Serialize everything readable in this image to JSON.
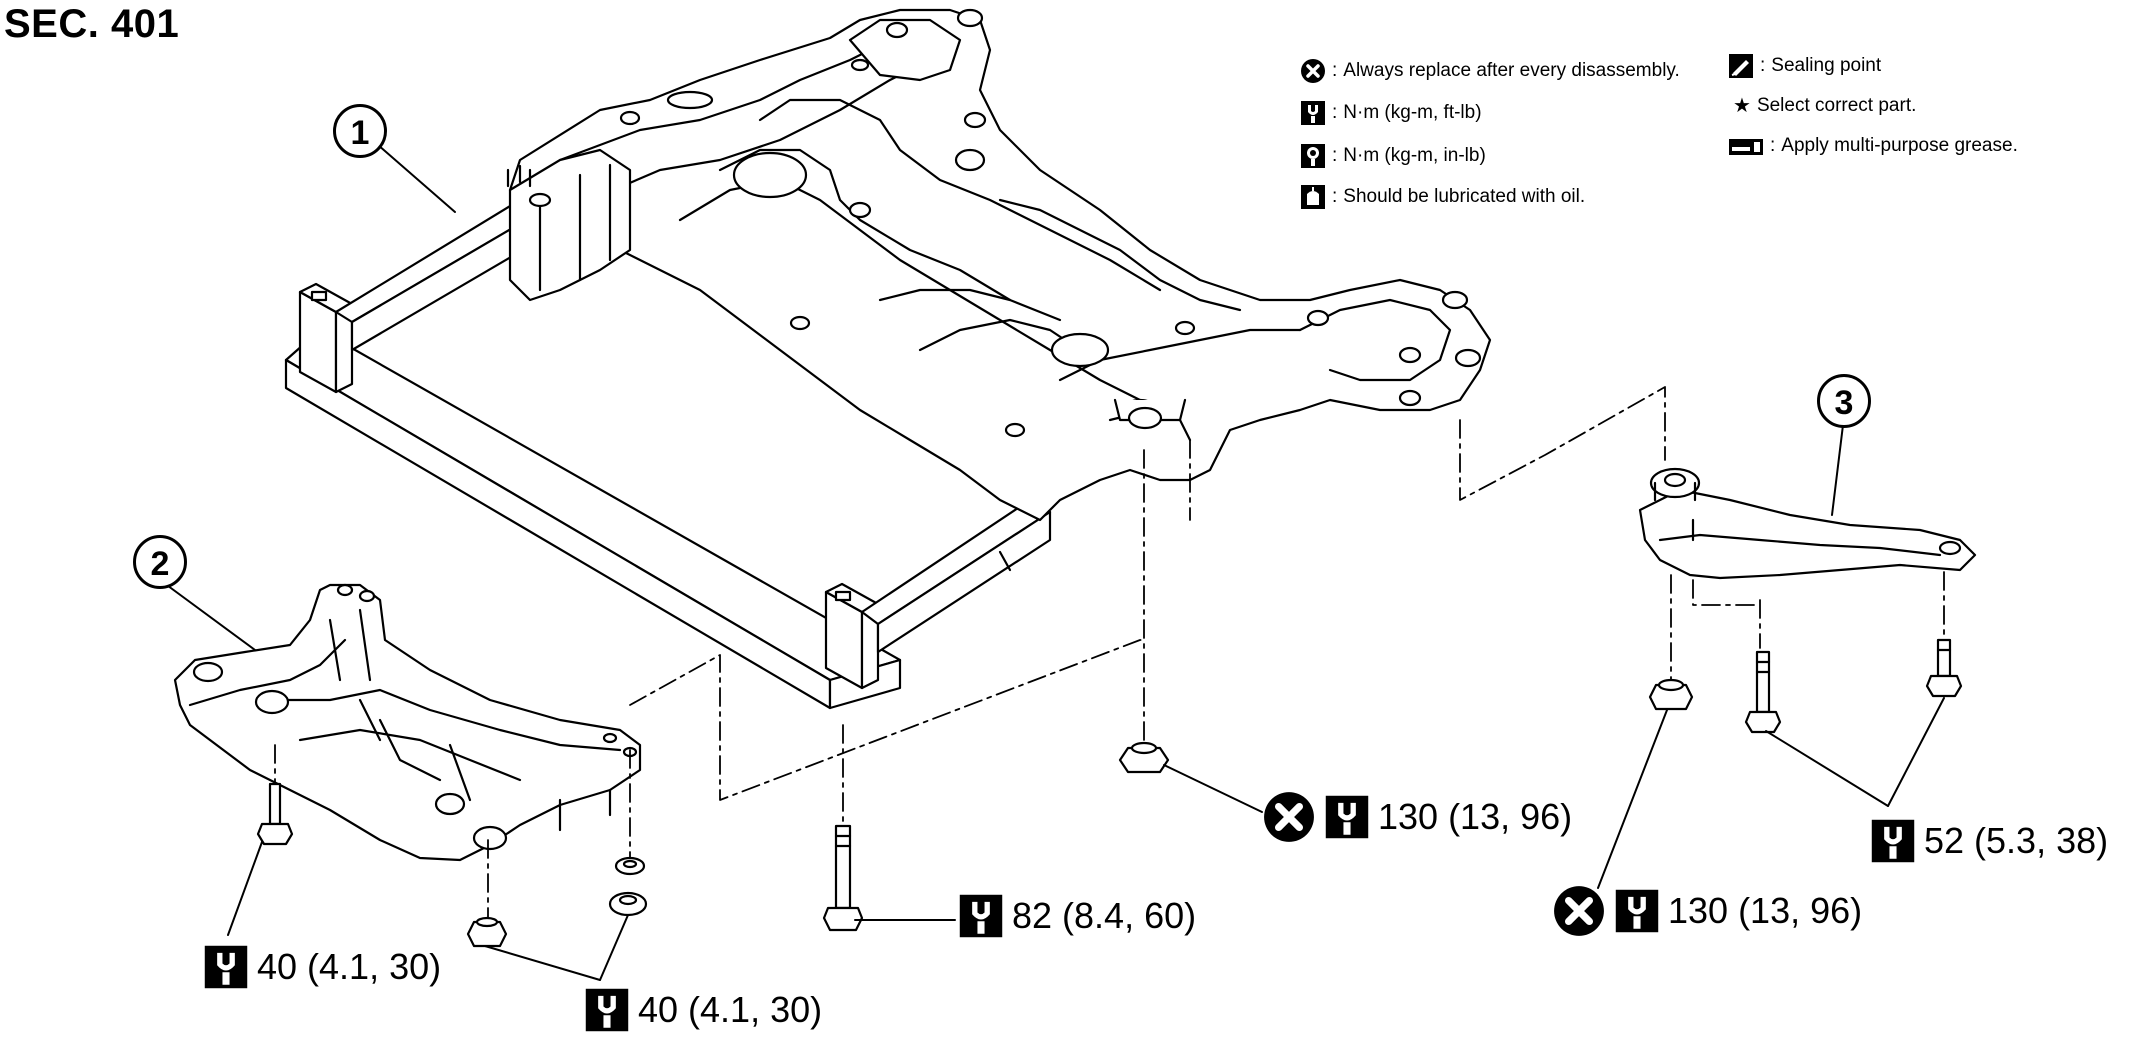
{
  "section_title": "SEC. 401",
  "legend": {
    "replace": "Always replace after every disassembly.",
    "torque_kgm_ftlb": "N·m (kg-m, ft-lb)",
    "torque_kgm_inlb": "N·m (kg-m, in-lb)",
    "oil": "Should be lubricated with oil.",
    "sealing": "Sealing point",
    "select_part": "Select correct part.",
    "grease": "Apply multi-purpose grease.",
    "separator": ":",
    "star": "★"
  },
  "callouts": {
    "one": "1",
    "two": "2",
    "three": "3"
  },
  "torques": {
    "upper_rod_bolt": "82 (8.4, 60)",
    "center_nut": "130 (13, 96)",
    "arm_nut": "130 (13, 96)",
    "arm_bolts": "52 (5.3, 38)",
    "lower_left": "40 (4.1, 30)",
    "lower_mid": "40 (4.1, 30)"
  },
  "icons": {
    "replace": "replace-x-icon",
    "torque": "torque-wrench-icon",
    "torque_inlb": "torque-inlb-icon",
    "oil": "oil-can-icon",
    "sealing": "sealing-icon",
    "grease": "grease-icon"
  }
}
